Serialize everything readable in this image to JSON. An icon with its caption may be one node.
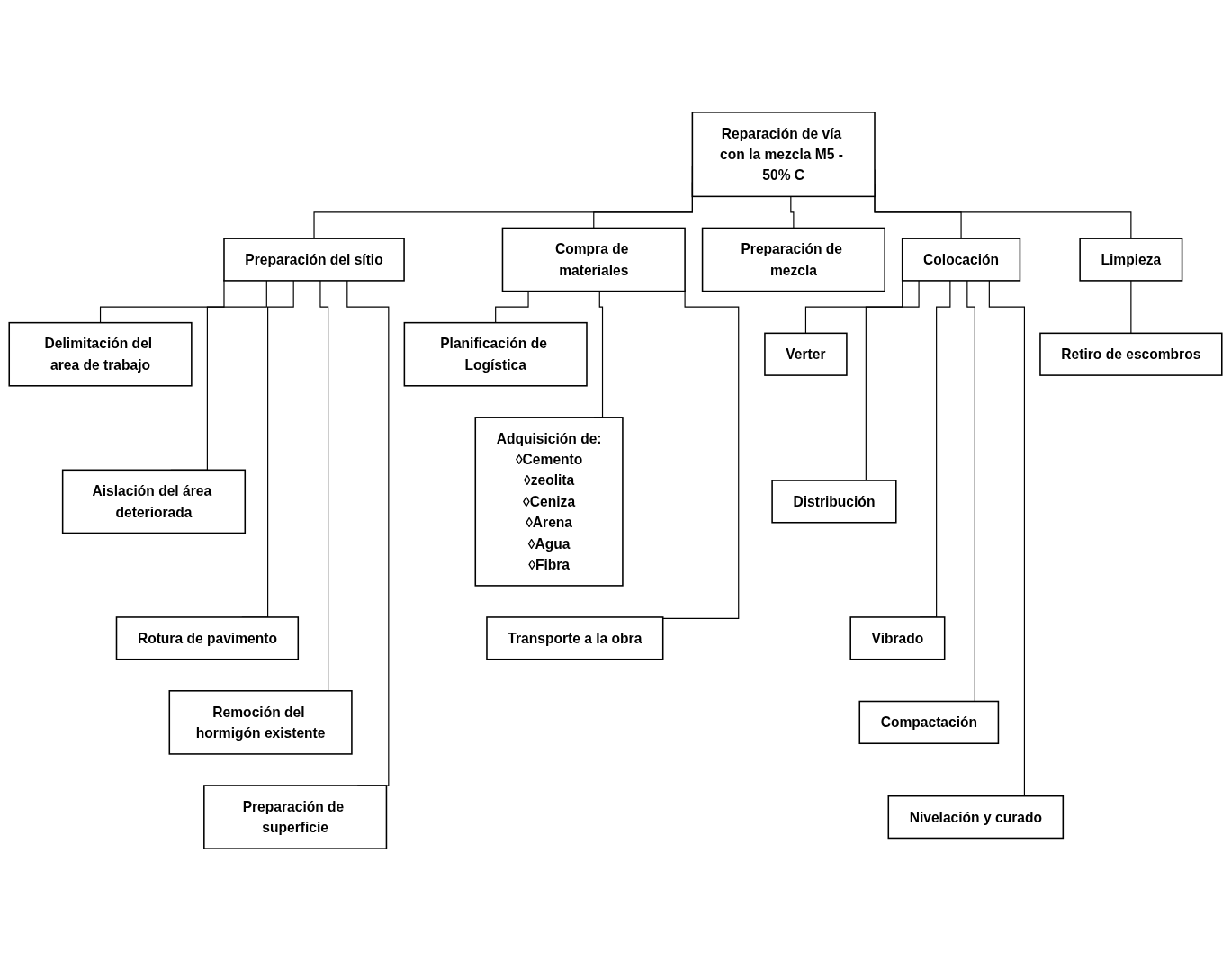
{
  "diagram": {
    "nodes": [
      {
        "text": [
          "Reparación de vía con la mezcla M5 - 50% C"
        ]
      },
      {
        "text": [
          "Preparación del sítio"
        ]
      },
      {
        "text": [
          "Compra de materiales"
        ]
      },
      {
        "text": [
          "Preparación de mezcla"
        ]
      },
      {
        "text": [
          "Colocación"
        ]
      },
      {
        "text": [
          "Limpieza"
        ]
      },
      {
        "text": [
          "Delimitación del area de trabajo"
        ]
      },
      {
        "text": [
          "Aislación del área deteriorada"
        ]
      },
      {
        "text": [
          "Rotura de pavimento"
        ]
      },
      {
        "text": [
          "Remoción del hormigón existente"
        ]
      },
      {
        "text": [
          "Preparación de superficie"
        ]
      },
      {
        "text": [
          "Planificación de Logística"
        ]
      },
      {
        "text": [
          "Adquisición de:",
          "◊Cemento",
          "◊zeolita",
          "◊Ceniza",
          "◊Arena",
          "◊Agua",
          "◊Fibra"
        ]
      },
      {
        "text": [
          "Transporte a la obra"
        ]
      },
      {
        "text": [
          "Verter"
        ]
      },
      {
        "text": [
          "Distribución"
        ]
      },
      {
        "text": [
          "Vibrado"
        ]
      },
      {
        "text": [
          "Compactación"
        ]
      },
      {
        "text": [
          "Nivelación y curado"
        ]
      },
      {
        "text": [
          "Retiro de escombros"
        ]
      }
    ],
    "edges": [
      {
        "from": 0,
        "to": 1,
        "arrow": "none"
      },
      {
        "from": 0,
        "to": 2,
        "arrow": "none"
      },
      {
        "from": 0,
        "to": 3,
        "arrow": "none"
      },
      {
        "from": 0,
        "to": 4,
        "arrow": "none"
      },
      {
        "from": 0,
        "to": 5,
        "arrow": "none"
      },
      {
        "from": 1,
        "to": 6,
        "arrow": "none"
      },
      {
        "from": 1,
        "to": 7,
        "arrow": "none"
      },
      {
        "from": 1,
        "to": 8,
        "arrow": "none"
      },
      {
        "from": 1,
        "to": 9,
        "arrow": "none"
      },
      {
        "from": 1,
        "to": 10,
        "arrow": "none"
      },
      {
        "from": 2,
        "to": 11,
        "arrow": "none"
      },
      {
        "from": 2,
        "to": 12,
        "arrow": "none"
      },
      {
        "from": 2,
        "to": 13,
        "arrow": "none"
      },
      {
        "from": 4,
        "to": 14,
        "arrow": "none"
      },
      {
        "from": 4,
        "to": 15,
        "arrow": "none"
      },
      {
        "from": 4,
        "to": 16,
        "arrow": "none"
      },
      {
        "from": 4,
        "to": 17,
        "arrow": "none"
      },
      {
        "from": 4,
        "to": 18,
        "arrow": "none"
      },
      {
        "from": 5,
        "to": 19,
        "arrow": "none"
      }
    ]
  }
}
